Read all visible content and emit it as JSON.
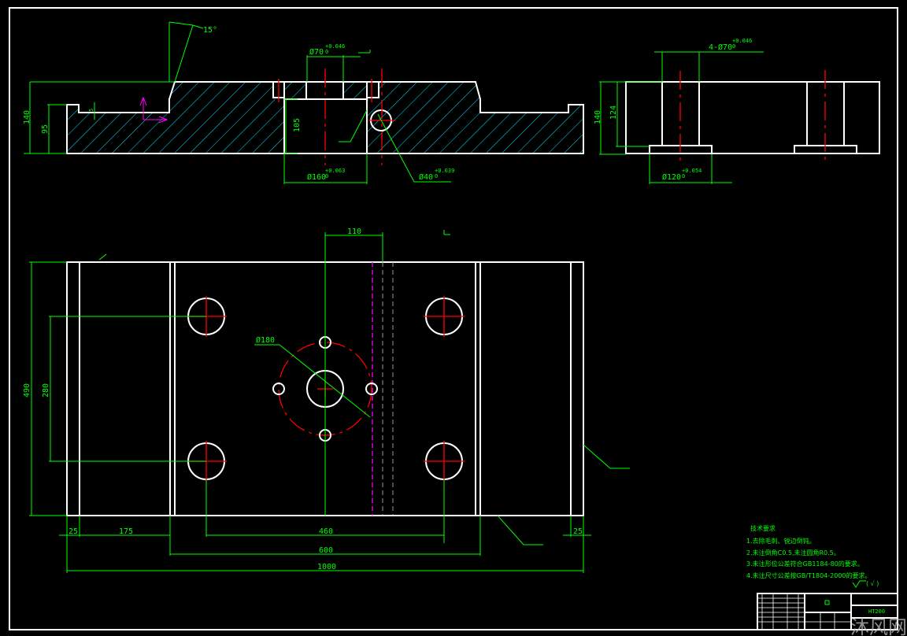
{
  "colors": {
    "background": "#000000",
    "outline": "#ffffff",
    "dimension": "#00ff00",
    "centerline": "#ff0000",
    "hatch": "#00e5ff",
    "hidden": "#ff00ff"
  },
  "front_view": {
    "angle": "15°",
    "height_total": "140",
    "height_low": "95",
    "notch_depth": "5",
    "pocket_depth": "105",
    "bore_top": {
      "dia": "Ø70",
      "tol_upper": "+0.046",
      "tol_lower": "0"
    },
    "bore_bottom": {
      "dia": "Ø160",
      "tol_upper": "+0.063",
      "tol_lower": "0"
    },
    "side_hole": {
      "dia": "Ø40",
      "tol_upper": "+0.039",
      "tol_lower": "0"
    }
  },
  "side_view": {
    "holes": {
      "dia": "4-Ø70",
      "tol_upper": "+0.046",
      "tol_lower": "0"
    },
    "counterbore": {
      "dia": "Ø120",
      "tol_upper": "+0.054",
      "tol_lower": "0"
    },
    "height_total": "140",
    "height_inner": "124"
  },
  "plan_view": {
    "offset": "110",
    "circle_dia": "Ø180",
    "height_total": "490",
    "hole_spacing_v": "280",
    "dims_bottom": [
      "25",
      "175",
      "460",
      "600",
      "1000",
      "25"
    ]
  },
  "tech_requirements": {
    "title": "技术要求",
    "items": [
      "1.去除毛刺、锐边倒钝。",
      "2.未注倒角C0.5,未注圆角R0.5。",
      "3.未注形位公差符合GB1184-80的要求。",
      "4.未注尺寸公差按GB/T1804-2000的要求。"
    ],
    "roughness_note": "( √ )"
  },
  "title_block": {
    "material": "HT200"
  },
  "watermark": "沐风网"
}
